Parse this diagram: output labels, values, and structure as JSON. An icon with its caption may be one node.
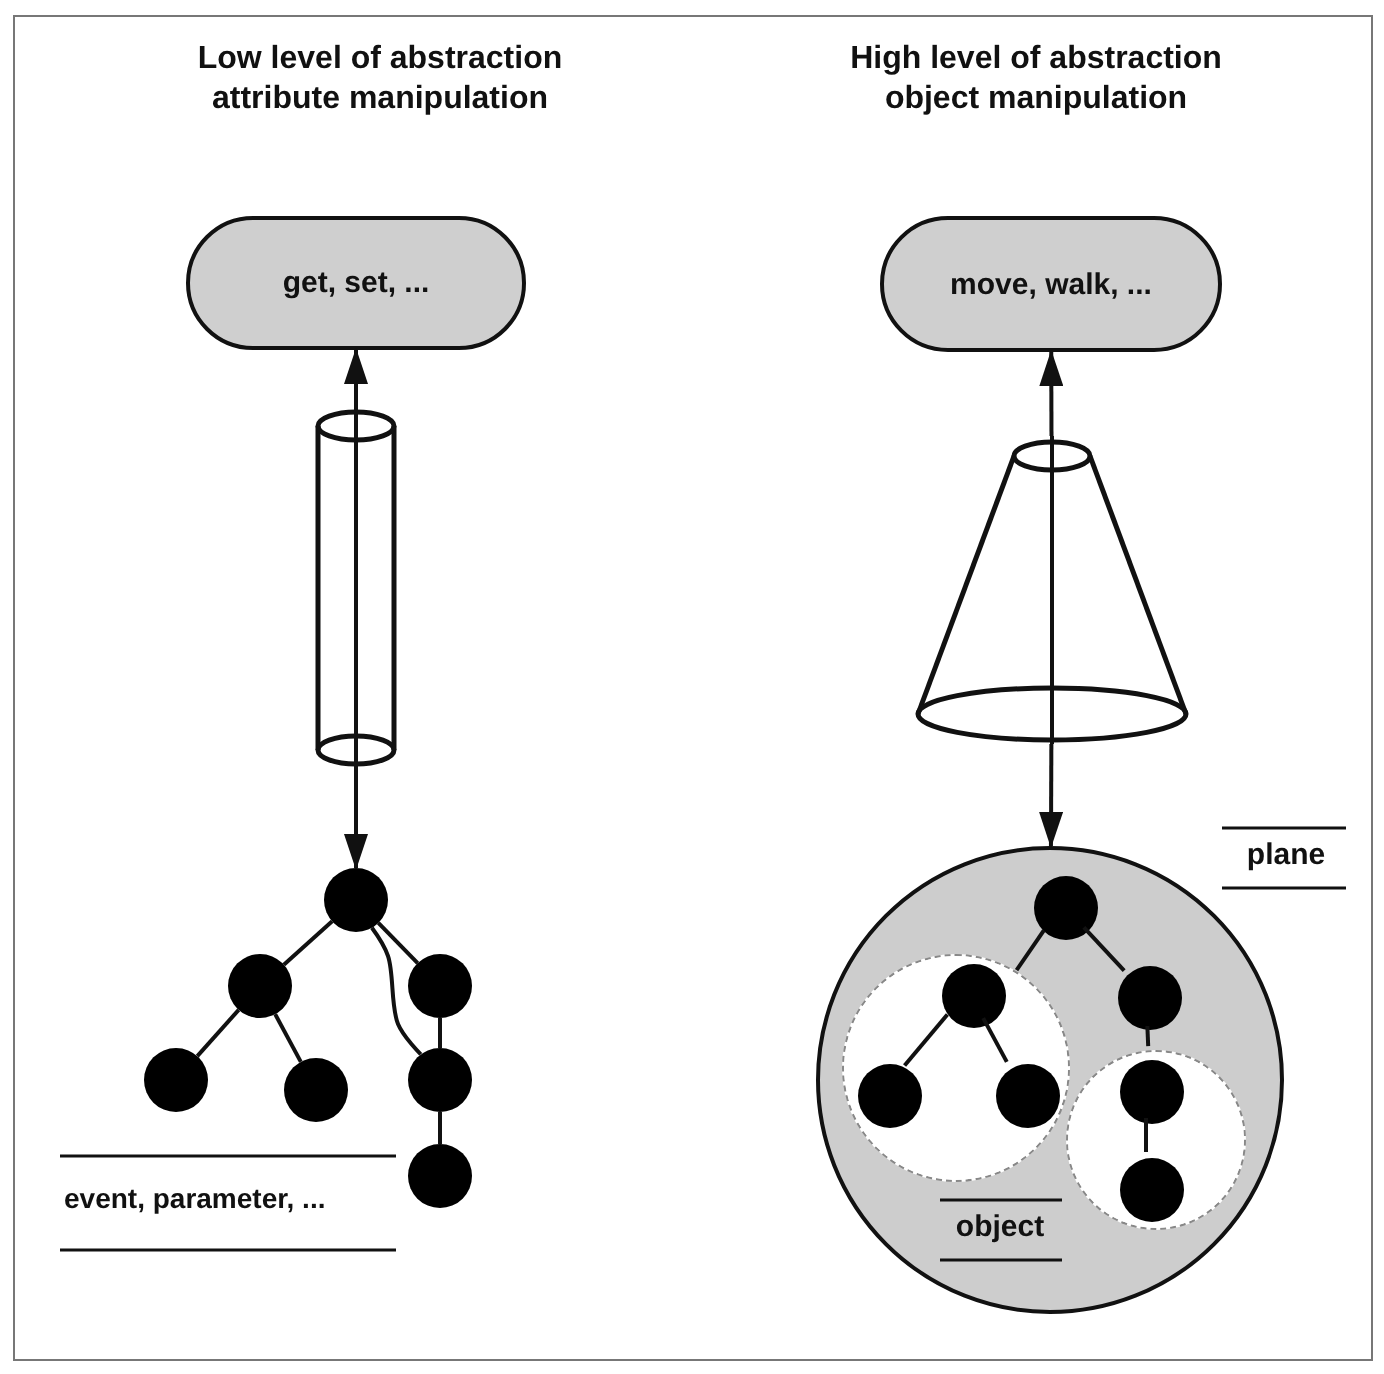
{
  "diagram": {
    "nodes": [
      {
        "text": [
          "get, set, ..."
        ]
      },
      {
        "text": [
          "move, walk, ..."
        ]
      },
      {
        "text": [],
        "shape": "cylinder"
      },
      {
        "text": [],
        "shape": "cone"
      },
      {
        "text": [],
        "shape": "circle"
      },
      {
        "text": [],
        "shape": "circle"
      },
      {
        "text": [],
        "shape": "circle"
      },
      {
        "text": [],
        "shape": "circle"
      },
      {
        "text": [],
        "shape": "circle"
      },
      {
        "text": [],
        "shape": "circle"
      },
      {
        "text": [],
        "shape": "circle"
      },
      {
        "text": [],
        "shape": "circle"
      },
      {
        "text": [],
        "shape": "circle",
        "in": 11
      },
      {
        "text": [],
        "shape": "circle",
        "in": 11
      },
      {
        "text": [],
        "shape": "circle",
        "in": 11
      },
      {
        "text": [],
        "shape": "circle",
        "in": 14
      },
      {
        "text": [],
        "shape": "circle",
        "in": 14
      },
      {
        "text": [],
        "shape": "circle",
        "in": 14
      },
      {
        "text": [],
        "shape": "circle",
        "in": 11
      },
      {
        "text": [],
        "shape": "circle",
        "in": 18
      },
      {
        "text": [],
        "shape": "circle",
        "in": 18
      }
    ],
    "edges": [
      {
        "from": 2,
        "to": 0,
        "arrow": "to"
      },
      {
        "from": 2,
        "to": 4,
        "arrow": "to"
      },
      {
        "from": 4,
        "to": 5,
        "arrow": "none"
      },
      {
        "from": 4,
        "to": 6,
        "arrow": "none"
      },
      {
        "from": 5,
        "to": 7,
        "arrow": "none"
      },
      {
        "from": 5,
        "to": 8,
        "arrow": "none"
      },
      {
        "from": 6,
        "to": 9,
        "arrow": "none"
      },
      {
        "from": 9,
        "to": 10,
        "arrow": "none"
      },
      {
        "from": 4,
        "to": 9,
        "arrow": "none"
      },
      {
        "from": 3,
        "to": 1,
        "arrow": "to"
      },
      {
        "from": 3,
        "to": 11,
        "arrow": "to"
      },
      {
        "from": 12,
        "to": 14,
        "arrow": "none"
      },
      {
        "from": 12,
        "to": 13,
        "arrow": "none"
      },
      {
        "from": 13,
        "to": 18,
        "arrow": "none"
      },
      {
        "from": 15,
        "to": 16,
        "arrow": "none"
      },
      {
        "from": 15,
        "to": 17,
        "arrow": "none"
      },
      {
        "from": 19,
        "to": 20,
        "arrow": "none"
      }
    ],
    "labels": [
      "Low level of abstraction attribute manipulation",
      "High level of abstraction object manipulation",
      "event, parameter, ...",
      "plane",
      "object"
    ]
  }
}
